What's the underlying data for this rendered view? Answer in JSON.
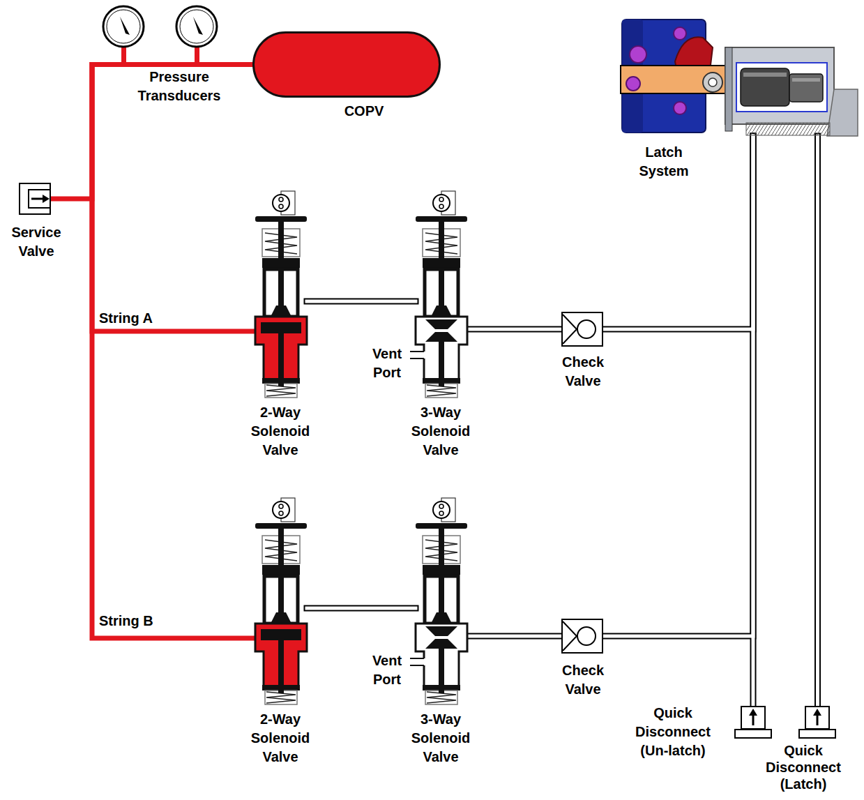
{
  "diagram": {
    "nodes": [
      {
        "text": [
          "Service Valve"
        ]
      },
      {
        "text": [
          "COPV"
        ]
      },
      {
        "text": [
          "2-Way Solenoid Valve"
        ]
      },
      {
        "text": [
          "3-Way Solenoid Valve"
        ]
      },
      {
        "text": [
          "Check Valve"
        ]
      },
      {
        "text": [
          "2-Way Solenoid Valve"
        ]
      },
      {
        "text": [
          "3-Way Solenoid Valve"
        ]
      },
      {
        "text": [
          "Check Valve"
        ]
      },
      {
        "text": [
          "Latch System"
        ]
      },
      {
        "text": [
          "Quick Disconnect (Un-latch)"
        ]
      },
      {
        "text": [
          "Quick Disconnect (Latch)"
        ]
      }
    ],
    "edges": [
      {
        "from": 0,
        "to": 1,
        "arrow": "none"
      },
      {
        "from": 1,
        "to": 2,
        "arrow": "none"
      },
      {
        "from": 1,
        "to": 5,
        "arrow": "none"
      },
      {
        "from": 2,
        "to": 3,
        "arrow": "none"
      },
      {
        "from": 3,
        "to": 4,
        "arrow": "none"
      },
      {
        "from": 4,
        "to": 8,
        "arrow": "none"
      },
      {
        "from": 5,
        "to": 6,
        "arrow": "none"
      },
      {
        "from": 6,
        "to": 7,
        "arrow": "none"
      },
      {
        "from": 7,
        "to": 8,
        "arrow": "none"
      },
      {
        "from": 9,
        "to": 8,
        "arrow": "none"
      },
      {
        "from": 10,
        "to": 8,
        "arrow": "none"
      }
    ],
    "labels": [
      "Pressure Transducers",
      "String A",
      "Vent Port",
      "String B",
      "Vent Port"
    ]
  }
}
